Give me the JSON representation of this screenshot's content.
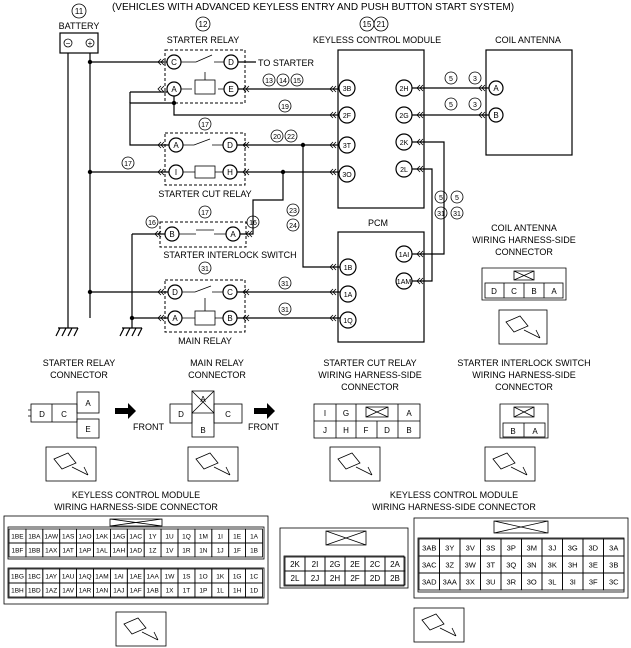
{
  "header": "(VEHICLES WITH ADVANCED KEYLESS ENTRY AND PUSH BUTTON START SYSTEM)",
  "components": {
    "battery": {
      "num": "11",
      "label": "BATTERY"
    },
    "starter_relay": {
      "num": "12",
      "label": "STARTER RELAY",
      "to_starter": "TO STARTER"
    },
    "keyless_module": {
      "num1": "15",
      "num2": "21",
      "label": "KEYLESS CONTROL MODULE"
    },
    "coil_antenna": {
      "label": "COIL ANTENNA"
    },
    "starter_cut_relay": {
      "label": "STARTER CUT RELAY"
    },
    "interlock_switch": {
      "label": "STARTER INTERLOCK SWITCH"
    },
    "pcm": {
      "label": "PCM"
    },
    "main_relay": {
      "label": "MAIN RELAY"
    }
  },
  "pins": {
    "sr": [
      "C",
      "D",
      "A",
      "E"
    ],
    "scr": [
      "A",
      "D",
      "I",
      "H"
    ],
    "isw": [
      "B",
      "A"
    ],
    "mr": [
      "D",
      "C",
      "A",
      "B"
    ],
    "kcm_left": [
      "3B",
      "2F",
      "3T",
      "3O"
    ],
    "kcm_right": [
      "2H",
      "2G",
      "2K",
      "2L"
    ],
    "pcm": [
      "1B",
      "1A",
      "1Q",
      "1AI",
      "1AM"
    ],
    "coil": [
      "A",
      "B"
    ]
  },
  "wire_labels": {
    "n13": "13",
    "n14": "14",
    "n15": "15",
    "n19": "19",
    "n17a": "17",
    "n17b": "17",
    "n17c": "17",
    "n20": "20",
    "n22": "22",
    "n23": "23",
    "n24": "24",
    "n16a": "16",
    "n16b": "16",
    "n31a": "31",
    "n31b": "31",
    "n31c": "31",
    "n31d": "31",
    "n31e": "31",
    "n5a": "5",
    "n5b": "5",
    "n5c": "5",
    "n5d": "5",
    "n3a": "3",
    "n3b": "3"
  },
  "connectors": {
    "coil_harness": {
      "title": [
        "COIL ANTENNA",
        "WIRING HARNESS-SIDE",
        "CONNECTOR"
      ],
      "pins": [
        "D",
        "C",
        "B",
        "A"
      ]
    },
    "sr_conn": {
      "title": [
        "STARTER RELAY",
        "CONNECTOR"
      ],
      "pins": [
        "D",
        "C",
        "A",
        "E"
      ],
      "front": "FRONT"
    },
    "mr_conn": {
      "title": [
        "MAIN RELAY",
        "CONNECTOR"
      ],
      "pins": [
        "D",
        "A",
        "C",
        "B"
      ],
      "front": "FRONT"
    },
    "scr_conn": {
      "title": [
        "STARTER CUT RELAY",
        "WIRING HARNESS-SIDE",
        "CONNECTOR"
      ],
      "row1": [
        "I",
        "G",
        "A"
      ],
      "row2": [
        "J",
        "H",
        "F",
        "D",
        "B"
      ]
    },
    "isw_conn": {
      "title": [
        "STARTER INTERLOCK SWITCH",
        "WIRING HARNESS-SIDE",
        "CONNECTOR"
      ],
      "pins": [
        "B",
        "A"
      ]
    },
    "kcm_title1": [
      "KEYLESS CONTROL MODULE",
      "WIRING HARNESS-SIDE CONNECTOR"
    ],
    "kcm_title2": [
      "KEYLESS CONTROL MODULE",
      "WIRING HARNESS-SIDE CONNECTOR"
    ],
    "kcm1": {
      "rows": [
        [
          "1BE",
          "1BA",
          "1AW",
          "1AS",
          "1AO",
          "1AK",
          "1AG",
          "1AC",
          "1Y",
          "1U",
          "1Q",
          "1M",
          "1I",
          "1E",
          "1A"
        ],
        [
          "1BF",
          "1BB",
          "1AX",
          "1AT",
          "1AP",
          "1AL",
          "1AH",
          "1AD",
          "1Z",
          "1V",
          "1R",
          "1N",
          "1J",
          "1F",
          "1B"
        ],
        [
          "1BG",
          "1BC",
          "1AY",
          "1AU",
          "1AQ",
          "1AM",
          "1AI",
          "1AE",
          "1AA",
          "1W",
          "1S",
          "1O",
          "1K",
          "1G",
          "1C"
        ],
        [
          "1BH",
          "1BD",
          "1AZ",
          "1AV",
          "1AR",
          "1AN",
          "1AJ",
          "1AF",
          "1AB",
          "1X",
          "1T",
          "1P",
          "1L",
          "1H",
          "1D"
        ]
      ]
    },
    "kcm2": {
      "rows": [
        [
          "2K",
          "2I",
          "2G",
          "2E",
          "2C",
          "2A"
        ],
        [
          "2L",
          "2J",
          "2H",
          "2F",
          "2D",
          "2B"
        ]
      ]
    },
    "kcm3": {
      "rows": [
        [
          "3AB",
          "3Y",
          "3V",
          "3S",
          "3P",
          "3M",
          "3J",
          "3G",
          "3D",
          "3A"
        ],
        [
          "3AC",
          "3Z",
          "3W",
          "3T",
          "3Q",
          "3N",
          "3K",
          "3H",
          "3E",
          "3B"
        ],
        [
          "3AD",
          "3AA",
          "3X",
          "3U",
          "3R",
          "3O",
          "3L",
          "3I",
          "3F",
          "3C"
        ]
      ]
    }
  }
}
